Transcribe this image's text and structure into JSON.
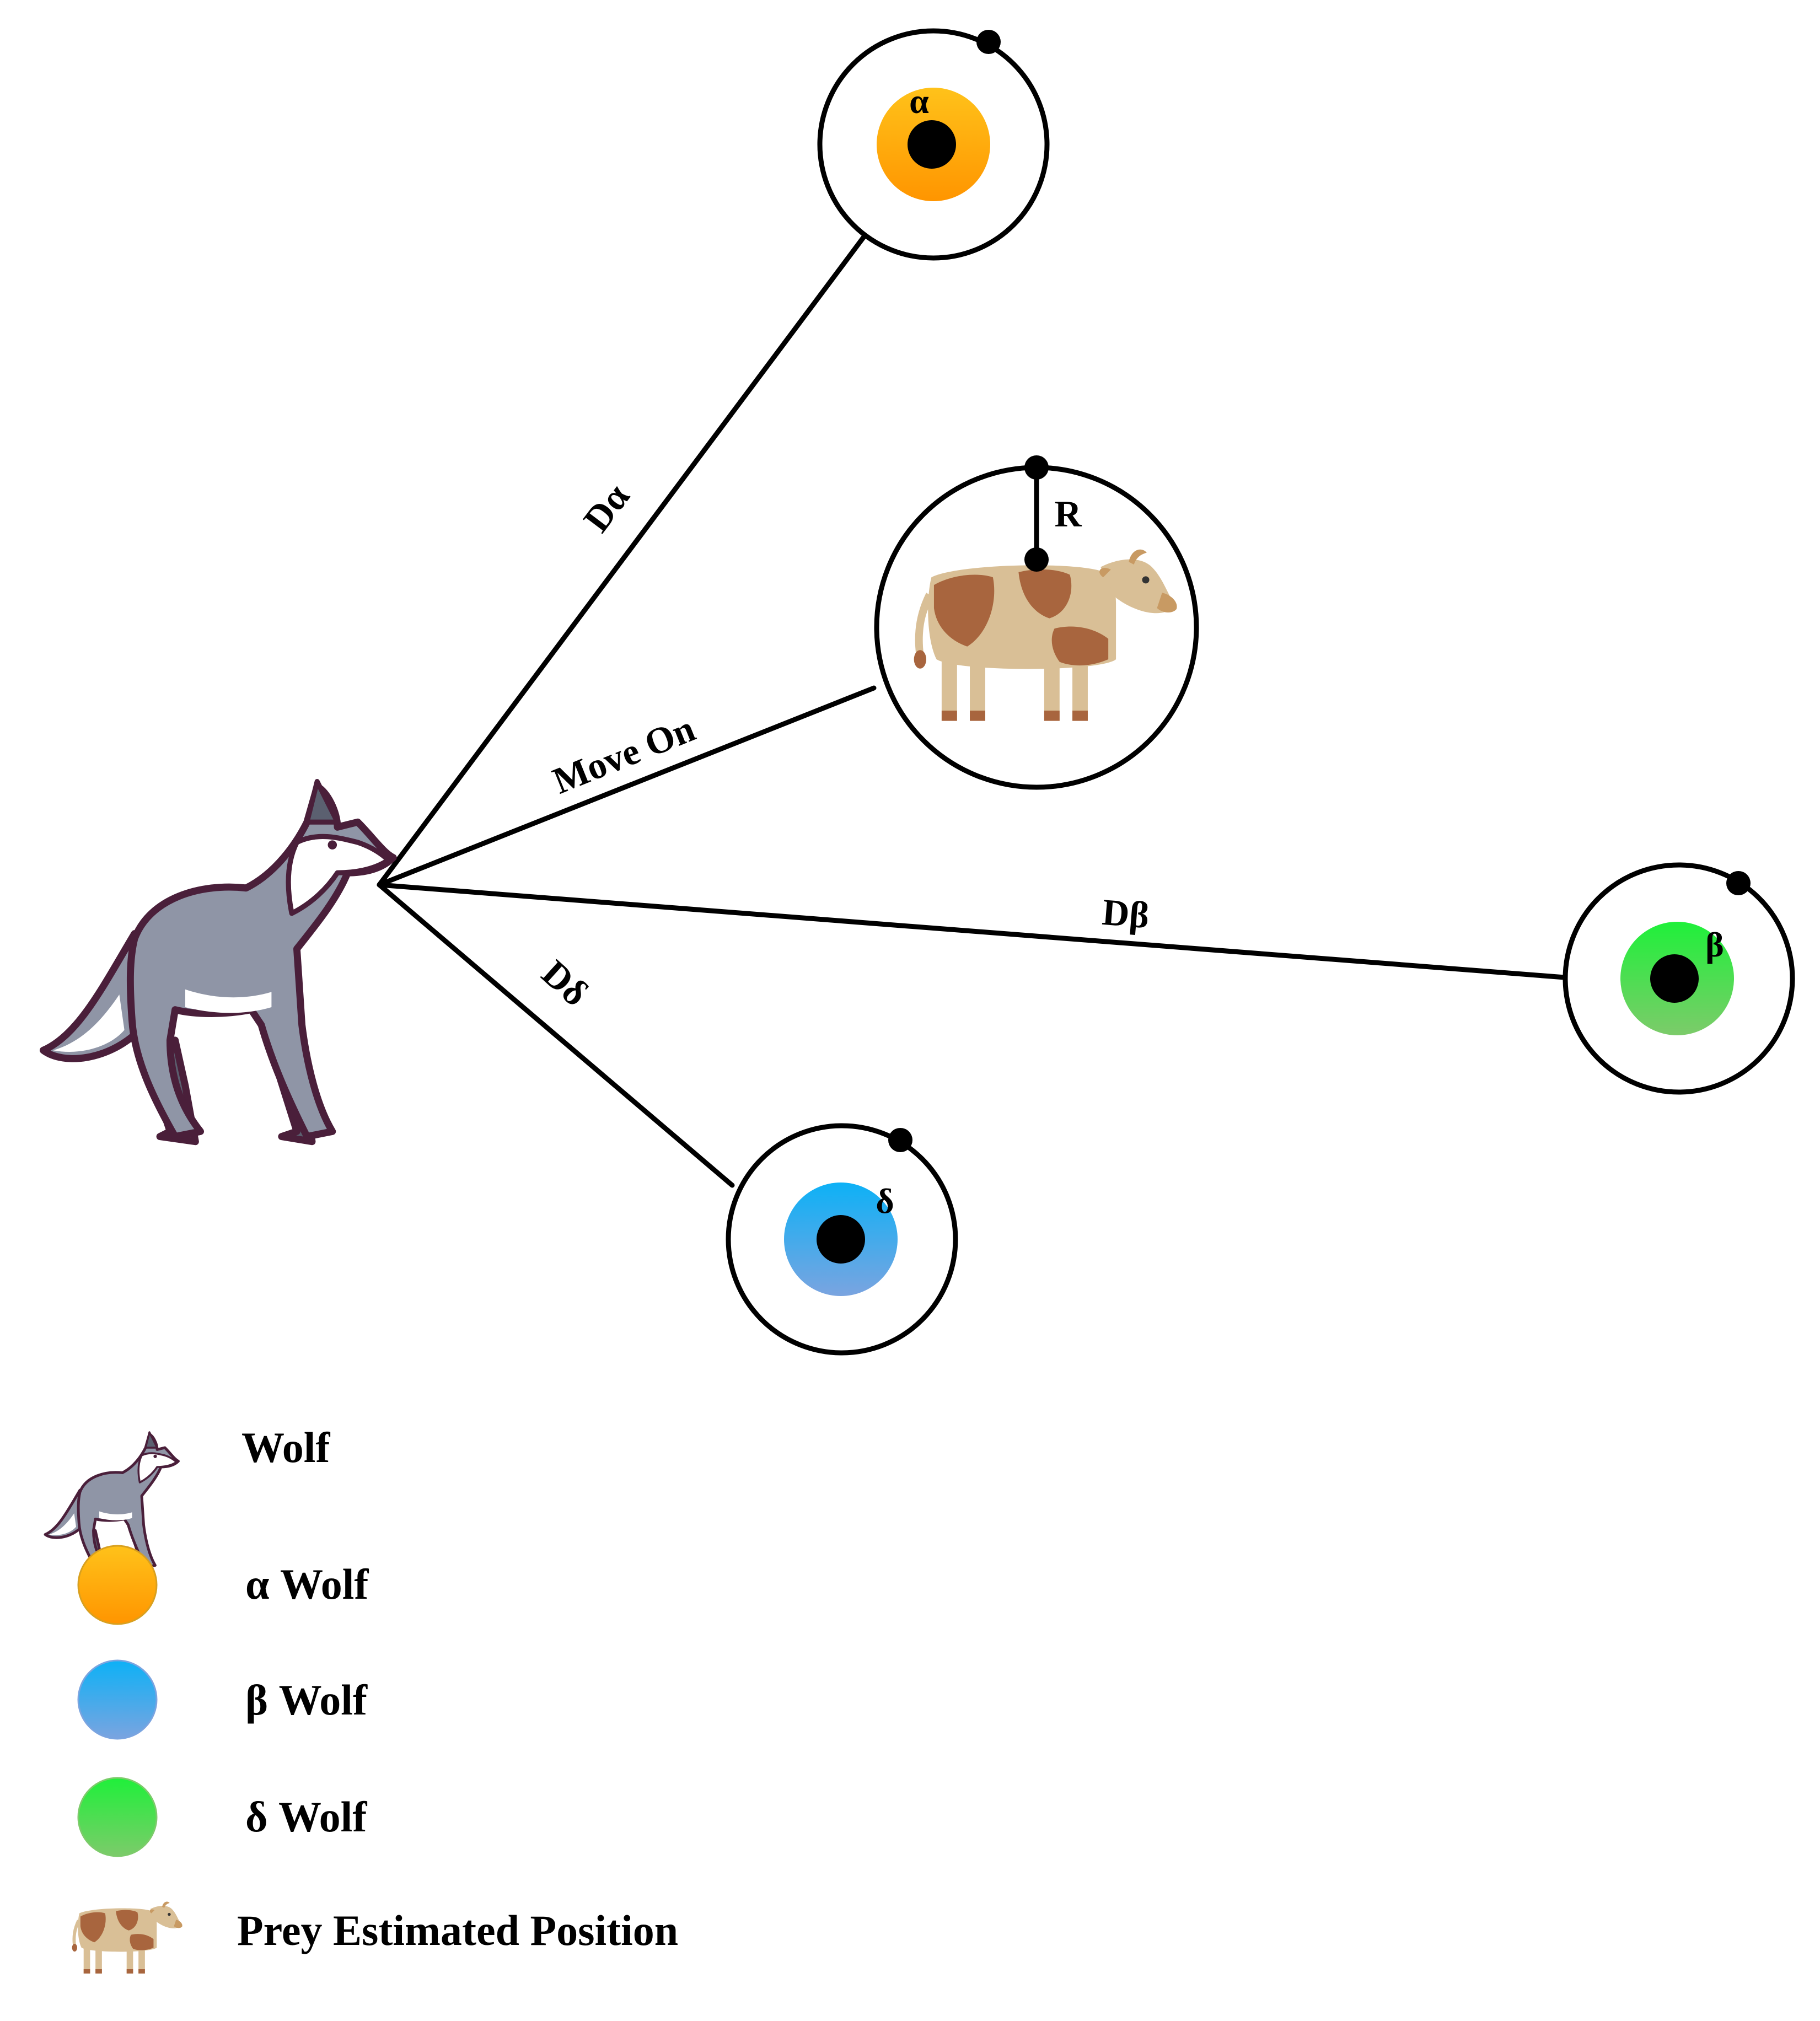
{
  "nodes": {
    "alpha": {
      "symbol": "α",
      "color": "#ffa200"
    },
    "beta": {
      "symbol": "β",
      "color": "#22d43a"
    },
    "delta": {
      "symbol": "δ",
      "color": "#2aa3ec"
    },
    "prey": {
      "radius_label": "R"
    }
  },
  "edges": {
    "d_alpha": "Dα",
    "move_on": "Move On",
    "d_beta": "Dβ",
    "d_delta": "Dδ"
  },
  "legend": {
    "wolf": "Wolf",
    "alpha_wolf": "α Wolf",
    "beta_wolf": "β Wolf",
    "delta_wolf": "δ Wolf",
    "prey": "Prey Estimated Position"
  },
  "colors": {
    "alpha": "#ffa200",
    "beta_legend": "#3a9ff0",
    "delta_legend": "#28d83a",
    "wolf_body": "#8f95a6",
    "wolf_dark": "#5b6070",
    "wolf_outline": "#4a1f3a",
    "cow_body": "#d9bf96",
    "cow_spot": "#a8653e"
  }
}
